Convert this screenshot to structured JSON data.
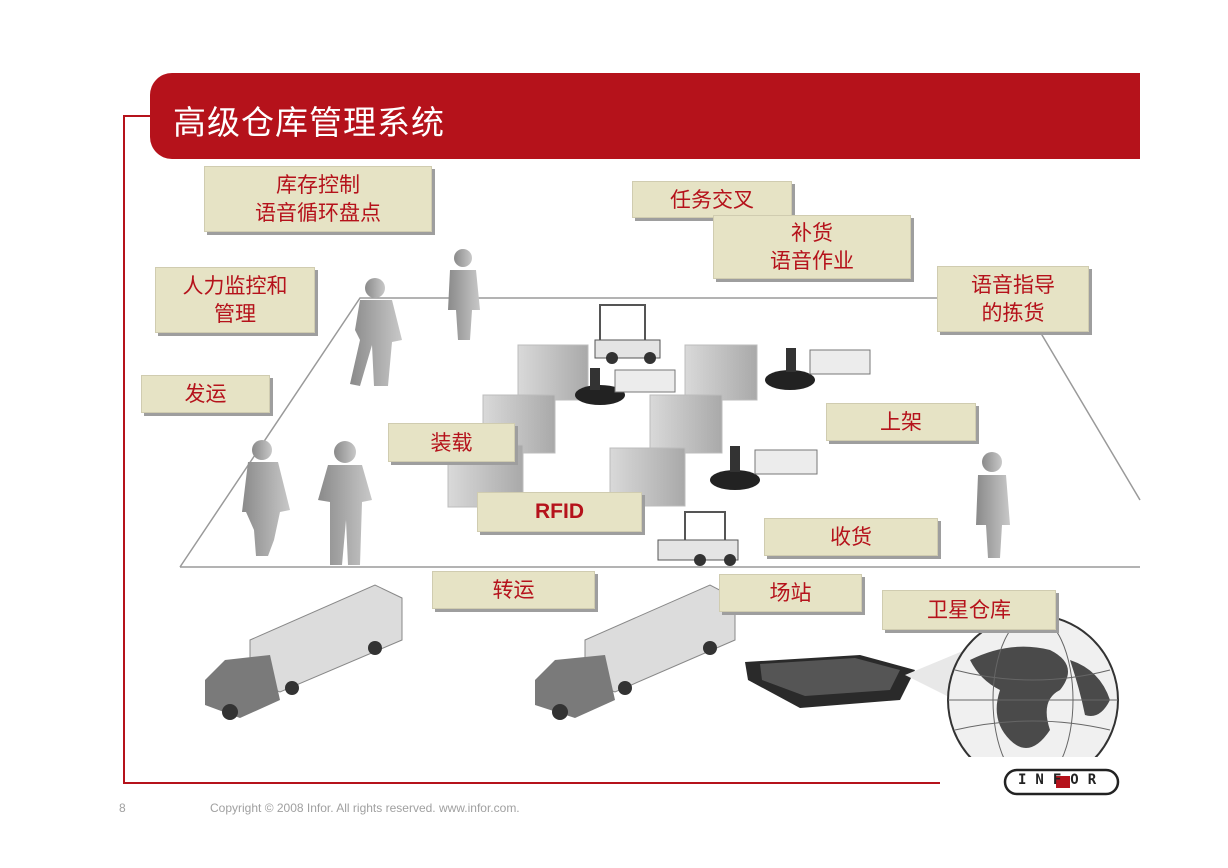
{
  "title": "高级仓库管理系统",
  "labels": {
    "inventory": [
      "库存控制",
      "语音循环盘点"
    ],
    "task_interleave": "任务交叉",
    "replenish": [
      "补货",
      "语音作业"
    ],
    "labor": [
      "人力监控和",
      "管理"
    ],
    "voice_pick": [
      "语音指导",
      "的拣货"
    ],
    "ship": "发运",
    "load": "装载",
    "putaway": "上架",
    "rfid": "RFID",
    "receive": "收货",
    "transfer": "转运",
    "yard": "场站",
    "satellite": "卫星仓库"
  },
  "footer": {
    "page": "8",
    "copyright": "Copyright © 2008 Infor. All rights reserved. www.infor.com."
  },
  "logo_text": "INFOR",
  "colors": {
    "accent": "#b5121b",
    "label_bg": "#e6e3c5"
  }
}
